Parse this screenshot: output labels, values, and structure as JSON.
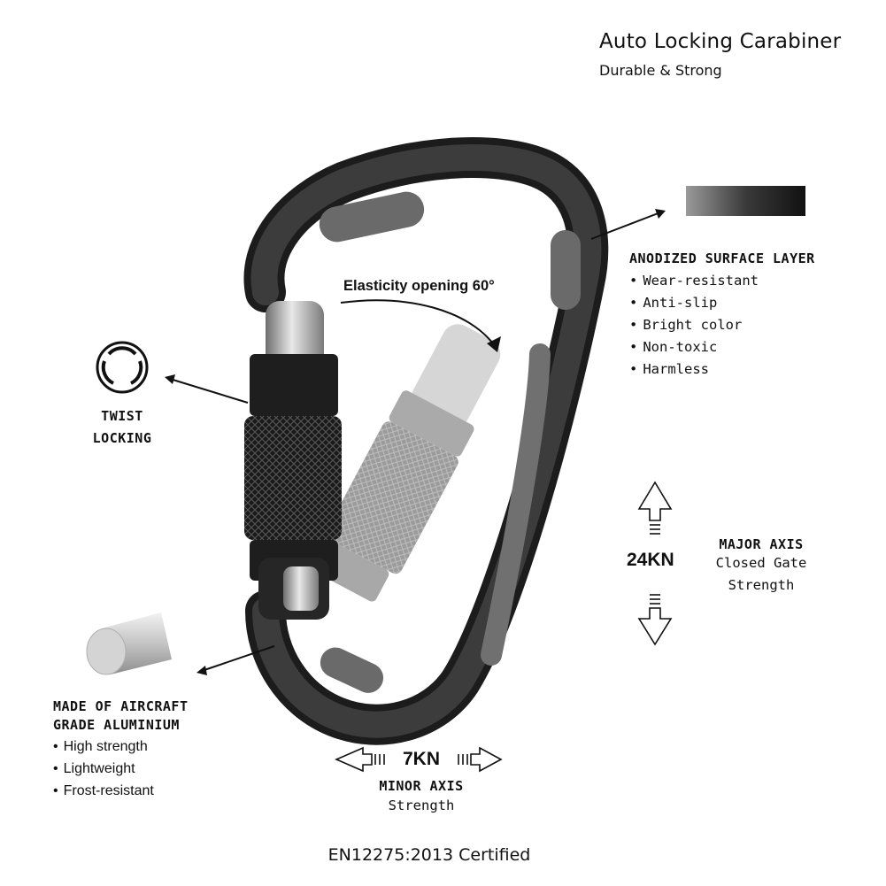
{
  "header": {
    "title": "Auto Locking Carabiner",
    "subtitle": "Durable & Strong"
  },
  "gate_callout": {
    "label": "Elasticity opening 60°"
  },
  "twist_lock": {
    "line1": "TWIST",
    "line2": "LOCKING"
  },
  "surface": {
    "heading": "ANODIZED SURFACE LAYER",
    "features": [
      "Wear-resistant",
      "Anti-slip",
      "Bright color",
      "Non-toxic",
      "Harmless"
    ]
  },
  "major_axis": {
    "value": "24KN",
    "line1": "MAJOR AXIS",
    "line2": "Closed Gate",
    "line3": "Strength"
  },
  "minor_axis": {
    "value": "7KN",
    "line1": "MINOR AXIS",
    "line2": "Strength"
  },
  "material": {
    "line1": "MADE OF AIRCRAFT",
    "line2": "GRADE ALUMINIUM",
    "features": [
      "High strength",
      "Lightweight",
      "Frost-resistant"
    ]
  },
  "footer": {
    "certification": "EN12275:2013 Certified"
  }
}
